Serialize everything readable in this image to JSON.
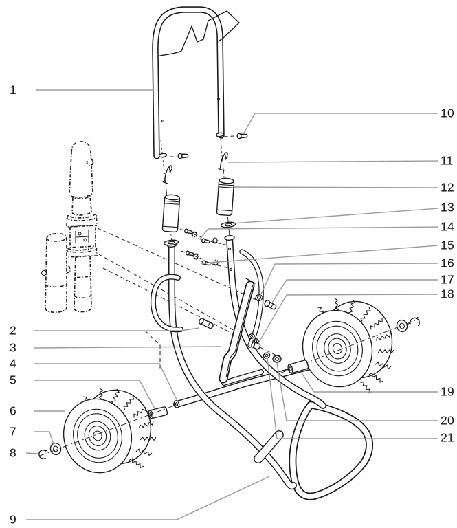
{
  "figure": {
    "kind": "exploded-parts-diagram",
    "subject": "sprayer-cart-assembly-with-wheels-handle-and-pump",
    "callout_count": 21
  },
  "colors": {
    "background": "#ffffff",
    "line": "#1c1c1c",
    "leader": "#9b9b9b",
    "label_text": "#141414"
  },
  "callouts": [
    {
      "number": "1",
      "side": "left",
      "points_to": "handle-tube"
    },
    {
      "number": "2",
      "side": "left",
      "points_to": "clevis-pin"
    },
    {
      "number": "3",
      "side": "left",
      "points_to": "mounting-bracket-plate"
    },
    {
      "number": "4",
      "side": "left",
      "points_to": "axle-tube"
    },
    {
      "number": "5",
      "side": "left",
      "points_to": "axle-spacer"
    },
    {
      "number": "6",
      "side": "left",
      "points_to": "wheel"
    },
    {
      "number": "7",
      "side": "left",
      "points_to": "flat-washer"
    },
    {
      "number": "8",
      "side": "left",
      "points_to": "retaining-ring"
    },
    {
      "number": "9",
      "side": "left",
      "points_to": "cart-frame-weldment"
    },
    {
      "number": "10",
      "side": "right",
      "points_to": "screw"
    },
    {
      "number": "11",
      "side": "right",
      "points_to": "spring-clip"
    },
    {
      "number": "12",
      "side": "right",
      "points_to": "handle-grip-sleeve"
    },
    {
      "number": "13",
      "side": "right",
      "points_to": "washer"
    },
    {
      "number": "14",
      "side": "right",
      "points_to": "screw-upper"
    },
    {
      "number": "15",
      "side": "right",
      "points_to": "screw-lower"
    },
    {
      "number": "16",
      "side": "right",
      "points_to": "nut"
    },
    {
      "number": "17",
      "side": "right",
      "points_to": "bolt"
    },
    {
      "number": "18",
      "side": "right",
      "points_to": "bushing"
    },
    {
      "number": "19",
      "side": "right",
      "points_to": "wheel-spacer"
    },
    {
      "number": "20",
      "side": "right",
      "points_to": "lock-nut"
    },
    {
      "number": "21",
      "side": "right",
      "points_to": "washer"
    }
  ]
}
